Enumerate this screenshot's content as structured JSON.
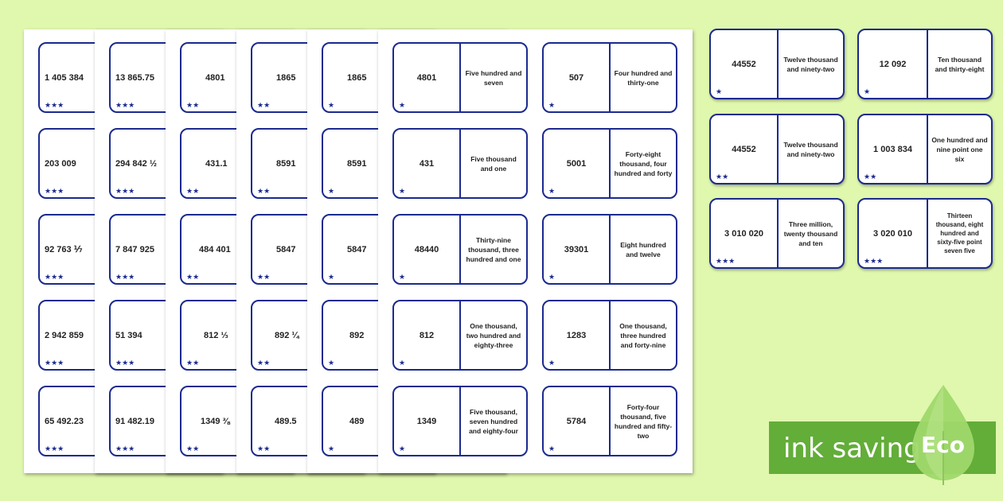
{
  "sheets": [
    {
      "cards": [
        {
          "num": "1 405 384",
          "stars": "★★★"
        },
        {
          "num": "203 009",
          "stars": "★★★"
        },
        {
          "num": "92 763 ⅐",
          "stars": "★★★"
        },
        {
          "num": "2 942 859",
          "stars": "★★★"
        },
        {
          "num": "65 492.23",
          "stars": "★★★"
        }
      ]
    },
    {
      "cards": [
        {
          "num": "13 865.75",
          "stars": "★★★"
        },
        {
          "num": "294 842 ½",
          "stars": "★★★"
        },
        {
          "num": "7 847 925",
          "stars": "★★★"
        },
        {
          "num": "51 394",
          "stars": "★★★"
        },
        {
          "num": "91 482.19",
          "stars": "★★★"
        }
      ]
    },
    {
      "cards": [
        {
          "num": "4801",
          "stars": "★★"
        },
        {
          "num": "431.1",
          "stars": "★★"
        },
        {
          "num": "484 401",
          "stars": "★★"
        },
        {
          "num": "812 ⅓",
          "stars": "★★"
        },
        {
          "num": "1349 ⅜",
          "stars": "★★"
        }
      ]
    },
    {
      "cards": [
        {
          "num": "1865",
          "stars": "★★"
        },
        {
          "num": "8591",
          "stars": "★★"
        },
        {
          "num": "5847",
          "stars": "★★"
        },
        {
          "num": "892 ¼",
          "stars": "★★"
        },
        {
          "num": "489.5",
          "stars": "★★"
        }
      ]
    },
    {
      "cards": [
        {
          "num": "1865",
          "stars": "★"
        },
        {
          "num": "8591",
          "stars": "★"
        },
        {
          "num": "5847",
          "stars": "★"
        },
        {
          "num": "892",
          "stars": "★"
        },
        {
          "num": "489",
          "stars": "★"
        }
      ]
    }
  ],
  "front_sheet": {
    "left": [
      {
        "num": "4801",
        "text": "Five hundred and seven",
        "stars": "★"
      },
      {
        "num": "431",
        "text": "Five thousand and one",
        "stars": "★"
      },
      {
        "num": "48440",
        "text": "Thirty-nine thousand, three hundred and one",
        "stars": "★"
      },
      {
        "num": "812",
        "text": "One thousand, two hundred and eighty-three",
        "stars": "★"
      },
      {
        "num": "1349",
        "text": "Five thousand, seven hundred and eighty-four",
        "stars": "★"
      }
    ],
    "right": [
      {
        "num": "507",
        "text": "Four hundred and thirty-one",
        "stars": "★"
      },
      {
        "num": "5001",
        "text": "Forty-eight thousand, four hundred and forty",
        "stars": "★"
      },
      {
        "num": "39301",
        "text": "Eight hundred and twelve",
        "stars": "★"
      },
      {
        "num": "1283",
        "text": "One thousand, three hundred and forty-nine",
        "stars": "★"
      },
      {
        "num": "5784",
        "text": "Forty-four thousand, five hundred and fifty-two",
        "stars": "★"
      }
    ]
  },
  "loose": {
    "left": [
      {
        "num": "44552",
        "text": "Twelve thousand and ninety-two",
        "stars": "★"
      },
      {
        "num": "44552",
        "text": "Twelve thousand and ninety-two",
        "stars": "★★"
      },
      {
        "num": "3 010 020",
        "text": "Three million, twenty thousand and ten",
        "stars": "★★★"
      }
    ],
    "right": [
      {
        "num": "12 092",
        "text": "Ten thousand and thirty-eight",
        "stars": "★"
      },
      {
        "num": "1 003 834",
        "text": "One hundred and nine point one six",
        "stars": "★★"
      },
      {
        "num": "3 020 010",
        "text": "Thirteen thousand, eight hundred and sixty-five point seven five",
        "stars": "★★★"
      }
    ]
  },
  "eco": {
    "text": "ink saving",
    "label": "Eco"
  },
  "colors": {
    "background": "#e0f7ae",
    "card_border": "#1b2a8f",
    "eco_green": "#63ad39"
  }
}
